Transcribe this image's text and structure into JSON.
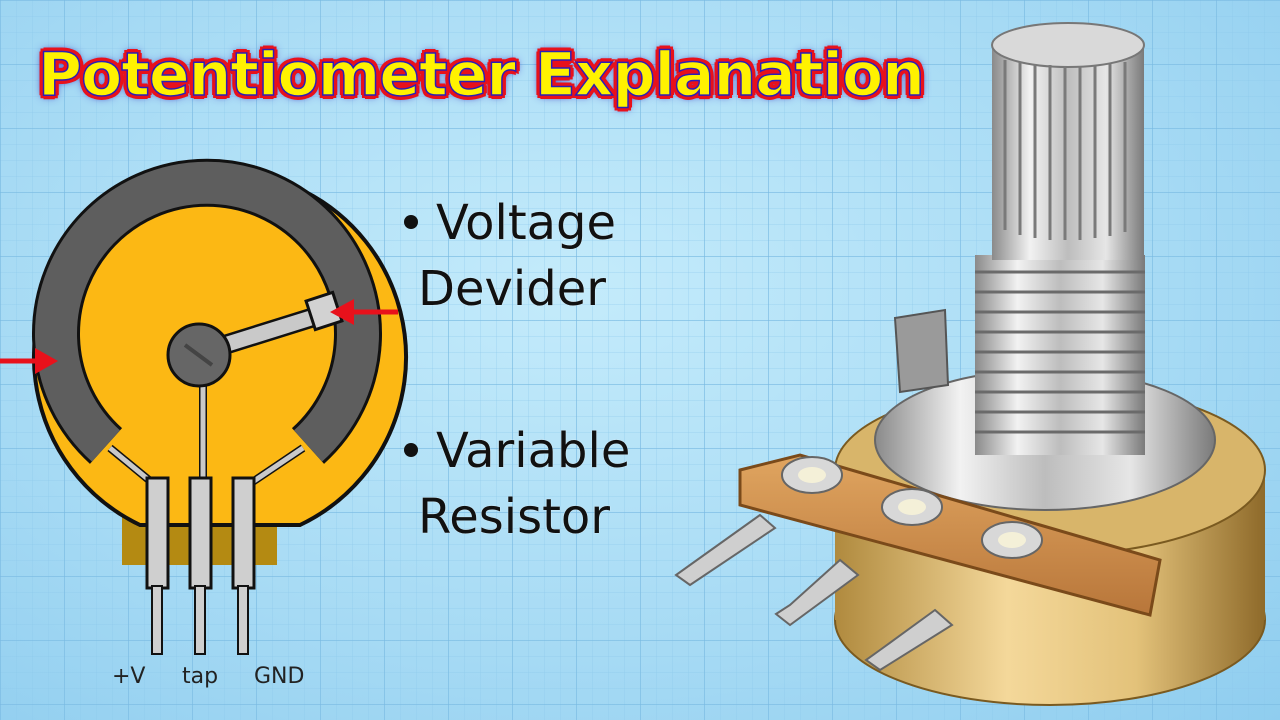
{
  "title": "Potentiometer Explanation",
  "bullets": [
    {
      "line1": "Voltage",
      "line2": "Devider"
    },
    {
      "line1": "Variable",
      "line2": "Resistor"
    }
  ],
  "pins": [
    "+V",
    "tap",
    "GND"
  ],
  "colors": {
    "title_fill": "#fff200",
    "title_outline": "#e8111b",
    "body_yellow": "#fcb814",
    "track_gray": "#5e5e5e",
    "arrow_red": "#e8111b"
  }
}
